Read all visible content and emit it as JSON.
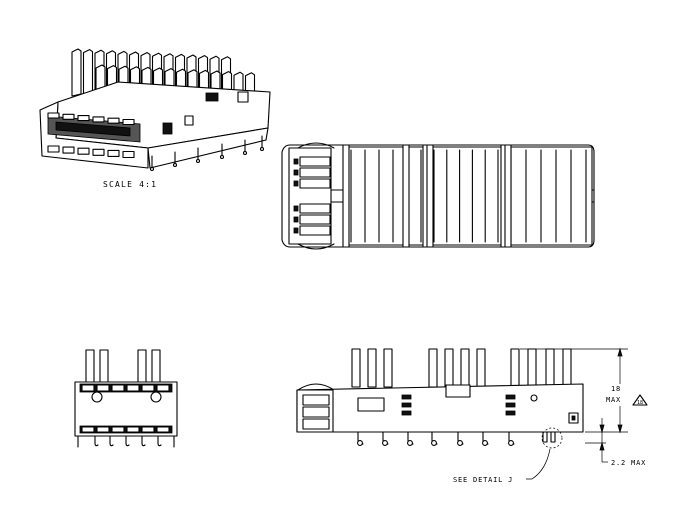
{
  "drawing": {
    "scale_label": "SCALE  4:1",
    "dim_height_value": "18",
    "dim_height_suffix": "MAX",
    "note_flag": "18",
    "dim_bottom": "2.2 MAX",
    "detail_callout": "SEE DETAIL  J"
  }
}
